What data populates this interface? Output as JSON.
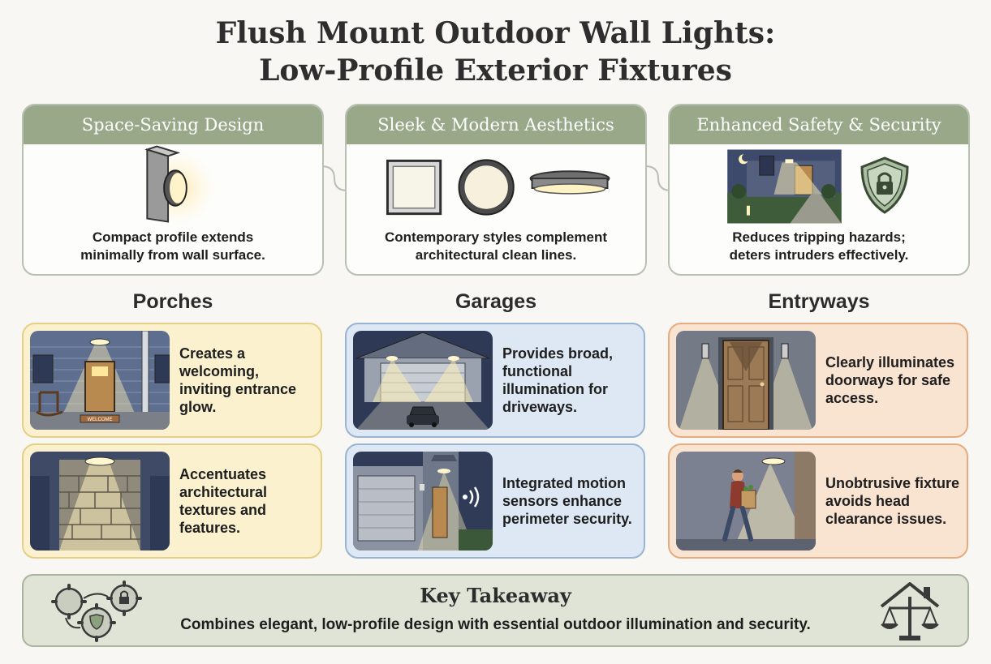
{
  "title": {
    "line1": "Flush Mount Outdoor Wall Lights:",
    "line2": "Low-Profile Exterior Fixtures"
  },
  "features": [
    {
      "heading": "Space-Saving Design",
      "line1": "Compact profile extends",
      "line2": "minimally from wall surface.",
      "icon": "wall-light-icon"
    },
    {
      "heading": "Sleek & Modern Aesthetics",
      "line1": "Contemporary styles complement",
      "line2": "architectural clean lines.",
      "icon": "fixture-styles-icon"
    },
    {
      "heading": "Enhanced Safety & Security",
      "line1": "Reduces tripping hazards;",
      "line2": "deters intruders effectively.",
      "icon": "shield-lock-icon"
    }
  ],
  "columns": [
    {
      "heading": "Porches",
      "accent": "#fbf1cf",
      "cards": [
        {
          "text": "Creates a welcoming, inviting entrance glow.",
          "mat_label": "WELCOME"
        },
        {
          "text": "Accentuates architectural textures and features."
        }
      ]
    },
    {
      "heading": "Garages",
      "accent": "#dde8f4",
      "cards": [
        {
          "text": "Provides broad, functional illumination for driveways."
        },
        {
          "text": "Integrated motion sensors enhance perimeter security."
        }
      ]
    },
    {
      "heading": "Entryways",
      "accent": "#f9e3d1",
      "cards": [
        {
          "text": "Clearly illuminates doorways for safe access."
        },
        {
          "text": "Unobtrusive fixture avoids head clearance issues."
        }
      ]
    }
  ],
  "takeaway": {
    "title": "Key Takeaway",
    "text": "Combines elegant, low-profile design with essential outdoor illumination and security.",
    "left_icon": "gears-icon",
    "right_icon": "house-scale-icon"
  },
  "colors": {
    "header_green": "#98a889",
    "takeaway_bg": "#dfe4d6",
    "porch_yellow": "#fbf1cf",
    "garage_blue": "#dde8f4",
    "entry_orange": "#f9e3d1"
  }
}
